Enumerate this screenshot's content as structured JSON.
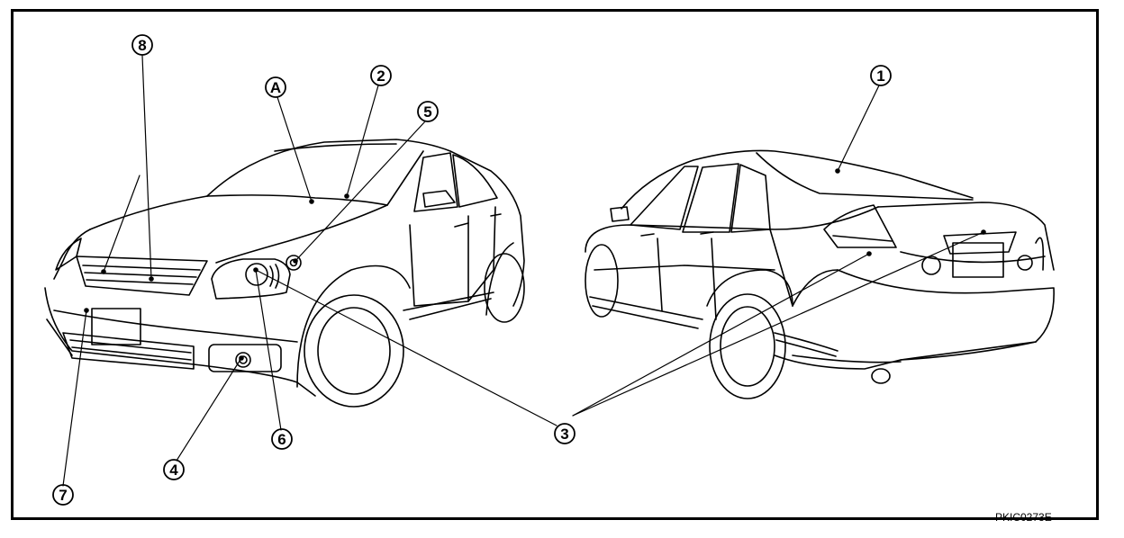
{
  "figure_code": "PKIC0273E",
  "callouts": {
    "c1": "1",
    "c2": "2",
    "c3": "3",
    "c4": "4",
    "c5": "5",
    "c6": "6",
    "c7": "7",
    "c8": "8",
    "cA": "A"
  },
  "colors": {
    "line": "#000000",
    "background": "#ffffff"
  }
}
